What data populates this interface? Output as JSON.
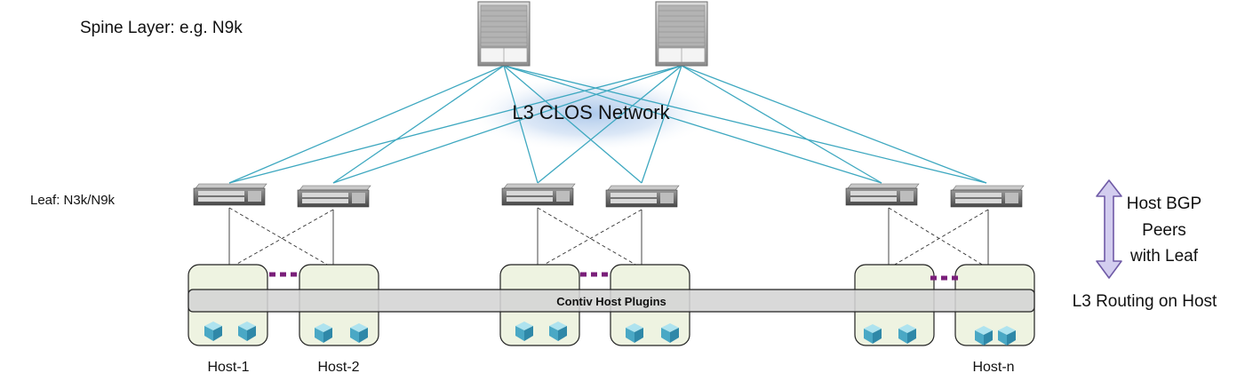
{
  "labels": {
    "spine_layer": "Spine Layer: e.g. N9k",
    "network": "L3 CLOS Network",
    "leaf_layer": "Leaf: N3k/N9k",
    "plugins": "Contiv Host Plugins",
    "bgp_line1": "Host BGP",
    "bgp_line2": "Peers",
    "bgp_line3": "with Leaf",
    "routing": "L3 Routing on Host"
  },
  "hosts": {
    "host1": "Host-1",
    "host2": "Host-2",
    "hostn": "Host-n"
  },
  "colors": {
    "uplink": "#3ea8c0",
    "peer_link": "#7a1f7a",
    "host_fill": "#eef3e1",
    "plugin_band": "#d4d4d4",
    "arrow_fill": "#d3cdef",
    "arrow_stroke": "#6f5aa6",
    "cloud": "#a9c6ea"
  },
  "icons": {
    "spine": "spine-switch-icon",
    "leaf": "leaf-switch-icon",
    "container": "container-cube-icon"
  }
}
